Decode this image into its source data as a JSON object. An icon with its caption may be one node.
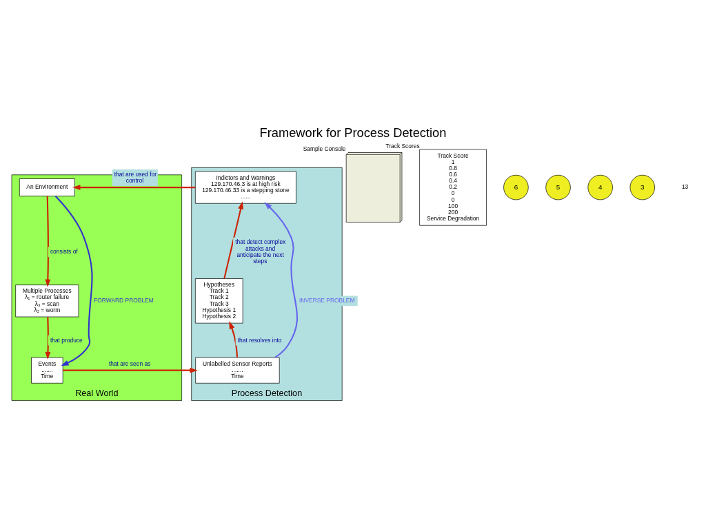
{
  "diagram": {
    "title": "Framework for Process Detection",
    "nodes": [
      {
        "text": [
          "Real World"
        ]
      },
      {
        "text": [
          "An Environment"
        ],
        "in": 0
      },
      {
        "text": [
          "Multiple Processes",
          "λ₁ = router failure",
          "λ₃ = scan",
          "λ₂ = worm"
        ],
        "in": 0
      },
      {
        "text": [
          "Events",
          ".......",
          "Time"
        ],
        "in": 0
      },
      {
        "text": [
          "Process Detection"
        ]
      },
      {
        "text": [
          "Indictors and Warnings",
          "129.170.46.3 is at high risk",
          "129.170.46.33 is a stepping stone",
          "......"
        ],
        "in": 4
      },
      {
        "text": [
          "Hypotheses",
          "Track 1",
          "Track 2",
          "Track 3",
          "Hypothesis 1",
          "Hypothesis 2"
        ],
        "in": 4
      },
      {
        "text": [
          "Unlabelled Sensor Reports",
          ".......",
          "Time"
        ],
        "in": 4
      },
      {
        "text": [],
        "shape": "picture",
        "beside": [
          "Sample Console"
        ]
      },
      {
        "text": [
          "Track Score",
          "1",
          "0.8",
          "0.6",
          "0.4",
          "0.2",
          "0",
          "0",
          "100",
          "200",
          "Service Degradation"
        ],
        "beside": [
          "Track Scores"
        ]
      }
    ],
    "edges": [
      {
        "from": 1,
        "to": 2,
        "arrow": "to",
        "label": "consists of"
      },
      {
        "from": 2,
        "to": 3,
        "arrow": "to",
        "label": "that produce"
      },
      {
        "from": 3,
        "to": 7,
        "arrow": "to",
        "label": "that are seen as"
      },
      {
        "from": 7,
        "to": 6,
        "arrow": "to",
        "label": "that resolves into"
      },
      {
        "from": 6,
        "to": 5,
        "arrow": "to",
        "label": "that detect complex attacks and anticipate the next steps"
      },
      {
        "from": 5,
        "to": 1,
        "arrow": "to",
        "label": "that are used for control"
      },
      {
        "from": 1,
        "to": 3,
        "arrow": "to",
        "label": "FORWARD PROBLEM",
        "color": "#3333cc"
      },
      {
        "from": 7,
        "to": 5,
        "arrow": "to",
        "label": "INVERSE PROBLEM",
        "color": "#6666ee"
      }
    ],
    "labels": [
      "6",
      "5",
      "4",
      "3",
      "13"
    ]
  }
}
